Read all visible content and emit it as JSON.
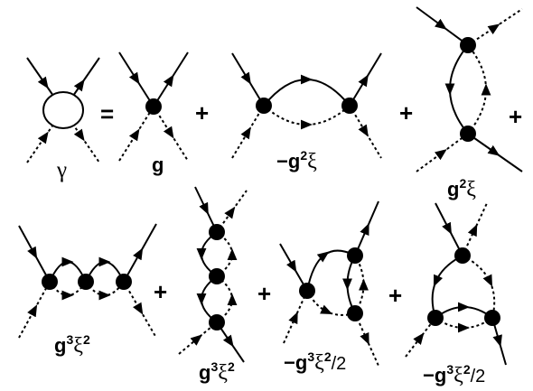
{
  "labels": {
    "vertex": "γ",
    "equals": "=",
    "plus": "+",
    "g": "g",
    "neg": "−",
    "bold_g": "g",
    "xi": "ξ",
    "sup2": "2",
    "sup3": "3",
    "half": "/2"
  }
}
